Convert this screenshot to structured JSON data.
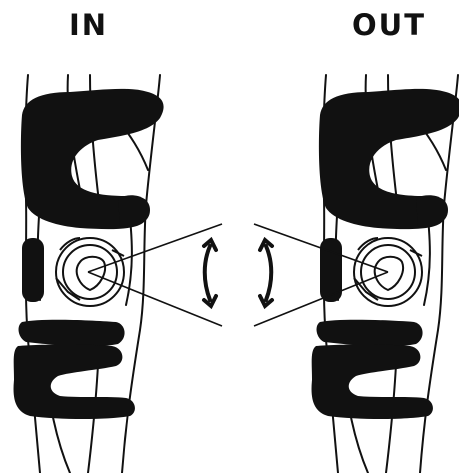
{
  "labels": {
    "in": "IN",
    "out": "OUT"
  },
  "colors": {
    "ink": "#111111",
    "background": "#ffffff"
  },
  "icons": [
    "knee-brace",
    "rotation-arrow"
  ]
}
